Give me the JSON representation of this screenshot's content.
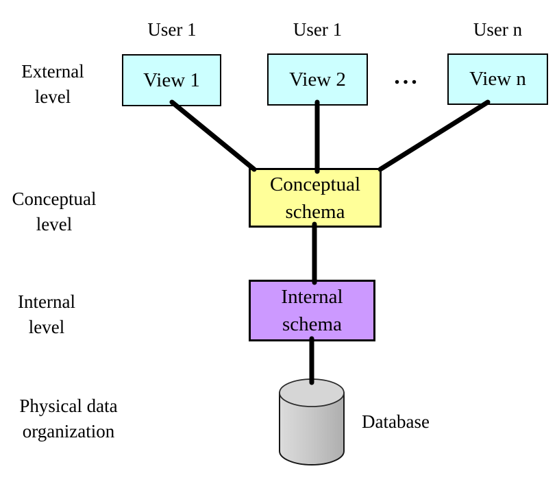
{
  "diagram": {
    "level_labels": [
      {
        "line1": "External",
        "line2": "level"
      },
      {
        "line1": "Conceptual",
        "line2": "level"
      },
      {
        "line1": "Internal",
        "line2": "level"
      },
      {
        "line1": "Physical data",
        "line2": "organization"
      }
    ],
    "user_labels": [
      "User 1",
      "User 1",
      "User n"
    ],
    "view_boxes": [
      {
        "label": "View 1"
      },
      {
        "label": "View 2"
      },
      {
        "label": "View n"
      }
    ],
    "ellipsis": "...",
    "schema_boxes": {
      "conceptual": {
        "line1": "Conceptual",
        "line2": "schema"
      },
      "internal": {
        "line1": "Internal",
        "line2": "schema"
      }
    },
    "database_label": "Database",
    "colors": {
      "view_fill": "#ccffff",
      "conceptual_fill": "#ffff99",
      "internal_fill": "#cc99ff",
      "cylinder_gray": "#c0c0c0",
      "line": "#000000",
      "background": "#ffffff"
    }
  }
}
